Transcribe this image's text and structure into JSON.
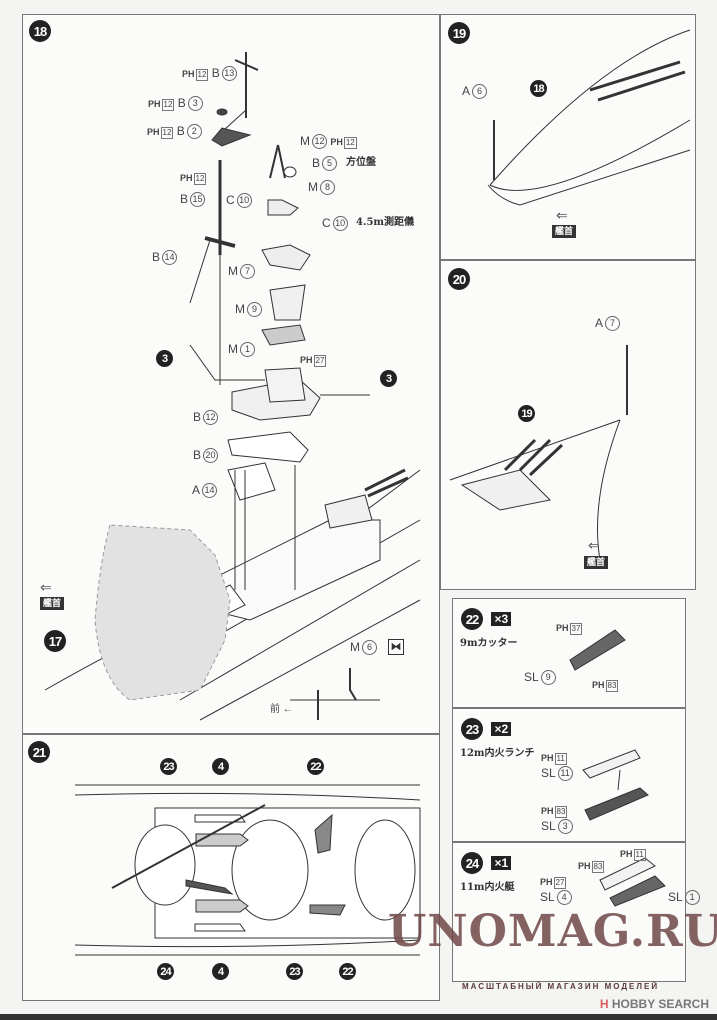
{
  "steps": {
    "s18": {
      "number": "18",
      "bow_label": "艦首",
      "sub_ref": "17",
      "callout_3a": "3",
      "callout_3b": "3",
      "labels": {
        "b13": {
          "ph": "12",
          "part": "B",
          "num": "13"
        },
        "b3": {
          "ph": "12",
          "part": "B",
          "num": "3"
        },
        "b2": {
          "ph": "12",
          "part": "B",
          "num": "2"
        },
        "ph12_mast": "12",
        "b15": {
          "part": "B",
          "num": "15"
        },
        "b14": {
          "part": "B",
          "num": "14"
        },
        "m12": {
          "part": "M",
          "num": "12",
          "ph": "12"
        },
        "b5": {
          "part": "B",
          "num": "5",
          "jp": "方位盤"
        },
        "m8": {
          "part": "M",
          "num": "8"
        },
        "c10a": {
          "part": "C",
          "num": "10"
        },
        "c10b": {
          "part": "C",
          "num": "10",
          "jp": "4.5m測距儀"
        },
        "m7": {
          "part": "M",
          "num": "7"
        },
        "m9": {
          "part": "M",
          "num": "9"
        },
        "m1": {
          "part": "M",
          "num": "1"
        },
        "ph27": "27",
        "b12": {
          "part": "B",
          "num": "12"
        },
        "b20": {
          "part": "B",
          "num": "20"
        },
        "a14": {
          "part": "A",
          "num": "14"
        },
        "m6": {
          "part": "M",
          "num": "6"
        },
        "front": "前"
      }
    },
    "s19": {
      "number": "19",
      "ref": "18",
      "a6": {
        "part": "A",
        "num": "6"
      },
      "bow_label": "艦首"
    },
    "s20": {
      "number": "20",
      "ref": "19",
      "a7": {
        "part": "A",
        "num": "7"
      },
      "bow_label": "艦首"
    },
    "s21": {
      "number": "21",
      "callouts_top": [
        "23",
        "4",
        "22"
      ],
      "callouts_bottom": [
        "24",
        "4",
        "23",
        "22"
      ]
    },
    "s22": {
      "number": "22",
      "qty": "×3",
      "name": "9mカッター",
      "ph_a": "37",
      "ph_b": "83",
      "sl": {
        "part": "SL",
        "num": "9"
      }
    },
    "s23": {
      "number": "23",
      "qty": "×2",
      "name": "12m内火ランチ",
      "ph_a": "11",
      "ph_b": "83",
      "sl_a": {
        "part": "SL",
        "num": "11"
      },
      "sl_b": {
        "part": "SL",
        "num": "3"
      }
    },
    "s24": {
      "number": "24",
      "qty": "×1",
      "name": "11m内火艇",
      "ph_a": "11",
      "ph_b": "83",
      "ph_c": "27",
      "sl_a": {
        "part": "SL",
        "num": "4"
      },
      "sl_b": {
        "part": "SL",
        "num": "1"
      }
    }
  },
  "ph_prefix": "PH",
  "watermark": {
    "title": "UNOMAG.RU",
    "subtitle": "МАСШТАБНЫЙ МАГАЗИН МОДЕЛЕЙ"
  },
  "credit": {
    "logo": "H",
    "name": "HOBBY SEARCH"
  },
  "colors": {
    "ink": "#222222",
    "paper": "#fbfbfa",
    "shade": "#e6e6e6",
    "watermark": "#6e4646",
    "hobby": "#d96060"
  }
}
